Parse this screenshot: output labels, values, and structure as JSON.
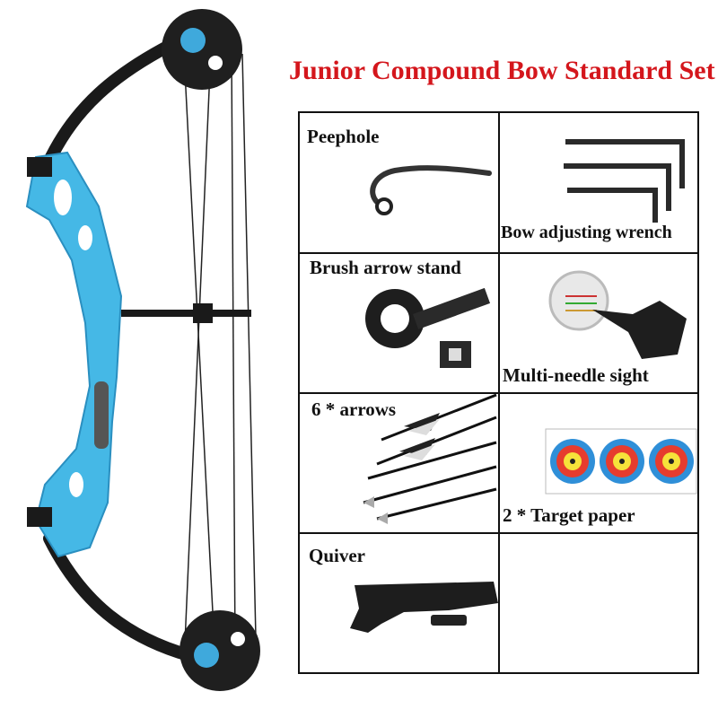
{
  "title": "Junior Compound Bow Standard Set",
  "colors": {
    "title": "#d4161c",
    "bow_riser": "#45b8e6",
    "border": "#111111"
  },
  "items": [
    {
      "label": "Peephole",
      "icon": "peephole-icon"
    },
    {
      "label": "Bow adjusting wrench",
      "icon": "hex-wrench-icon"
    },
    {
      "label": "Brush arrow stand",
      "icon": "arrow-rest-icon"
    },
    {
      "label": "Multi-needle sight",
      "icon": "bow-sight-icon"
    },
    {
      "label": "6 * arrows",
      "icon": "arrows-icon"
    },
    {
      "label": "2 * Target paper",
      "icon": "target-paper-icon"
    },
    {
      "label": "Quiver",
      "icon": "quiver-icon"
    }
  ]
}
